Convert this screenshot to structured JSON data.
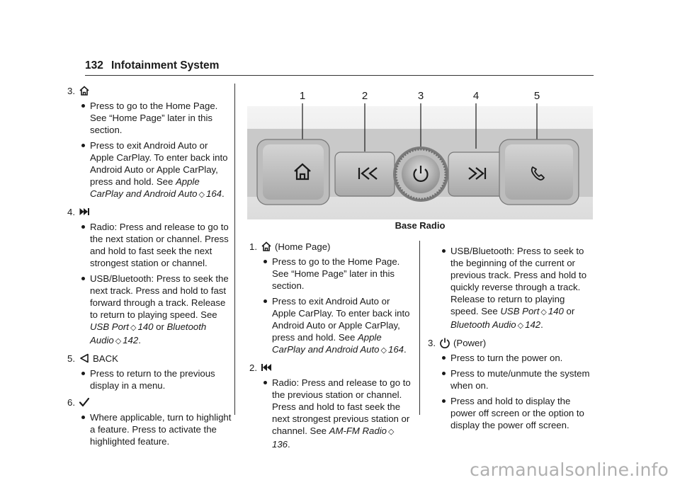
{
  "header": {
    "page_number": "132",
    "title": "Infotainment System"
  },
  "figure": {
    "callouts": [
      "1",
      "2",
      "3",
      "4",
      "5"
    ],
    "caption": "Base Radio",
    "buttons": [
      "home-icon",
      "seek-back-icon",
      "power-icon",
      "seek-forward-icon",
      "phone-icon"
    ]
  },
  "col1": {
    "item3": {
      "num": "3.",
      "icon": "home-icon",
      "b1": "Press to go to the Home Page. See “Home Page” later in this section.",
      "b2_text": "Press to exit Android Auto or Apple CarPlay. To enter back into Android Auto or Apple CarPlay, press and hold. See ",
      "b2_link": "Apple CarPlay and Android Auto",
      "b2_page": "164",
      "b2_end": "."
    },
    "item4": {
      "num": "4.",
      "icon": "seek-forward-icon",
      "b1": "Radio: Press and release to go to the next station or channel. Press and hold to fast seek the next strongest station or channel.",
      "b2_text": "USB/Bluetooth: Press to seek the next track. Press and hold to fast forward through a track. Release to return to playing speed. See ",
      "b2_link1": "USB Port",
      "b2_page1": "140",
      "b2_or": " or ",
      "b2_link2": "Bluetooth Audio",
      "b2_page2": "142",
      "b2_end": "."
    },
    "item5": {
      "num": "5.",
      "icon": "back-icon",
      "label": "BACK",
      "b1": "Press to return to the previous display in a menu."
    },
    "item6": {
      "num": "6.",
      "icon": "checkmark-icon",
      "b1": "Where applicable, turn to highlight a feature. Press to activate the highlighted feature."
    }
  },
  "col2": {
    "item1": {
      "num": "1.",
      "icon": "home-icon",
      "label": "(Home Page)",
      "b1": "Press to go to the Home Page. See “Home Page” later in this section.",
      "b2_text": "Press to exit Android Auto or Apple CarPlay. To enter back into Android Auto or Apple CarPlay, press and hold. See ",
      "b2_link": "Apple CarPlay and Android Auto",
      "b2_page": "164",
      "b2_end": "."
    },
    "item2": {
      "num": "2.",
      "icon": "seek-back-icon",
      "b1_text": "Radio: Press and release to go to the previous station or channel. Press and hold to fast seek the next strongest previous station or channel. See ",
      "b1_link": "AM-FM Radio",
      "b1_page": "136",
      "b1_end": "."
    }
  },
  "col3": {
    "item2_cont": {
      "b1_text": "USB/Bluetooth: Press to seek to the beginning of the current or previous track. Press and hold to quickly reverse through a track. Release to return to playing speed. See ",
      "b1_link1": "USB Port",
      "b1_page1": "140",
      "b1_or": " or ",
      "b1_link2": "Bluetooth Audio",
      "b1_page2": "142",
      "b1_end": "."
    },
    "item3": {
      "num": "3.",
      "icon": "power-icon",
      "label": "(Power)",
      "b1": "Press to turn the power on.",
      "b2": "Press to mute/unmute the system when on.",
      "b3": "Press and hold to display the power off screen or the option to display the power off screen."
    }
  },
  "ref_symbol": "◇",
  "watermark": "carmanualsonline.info"
}
